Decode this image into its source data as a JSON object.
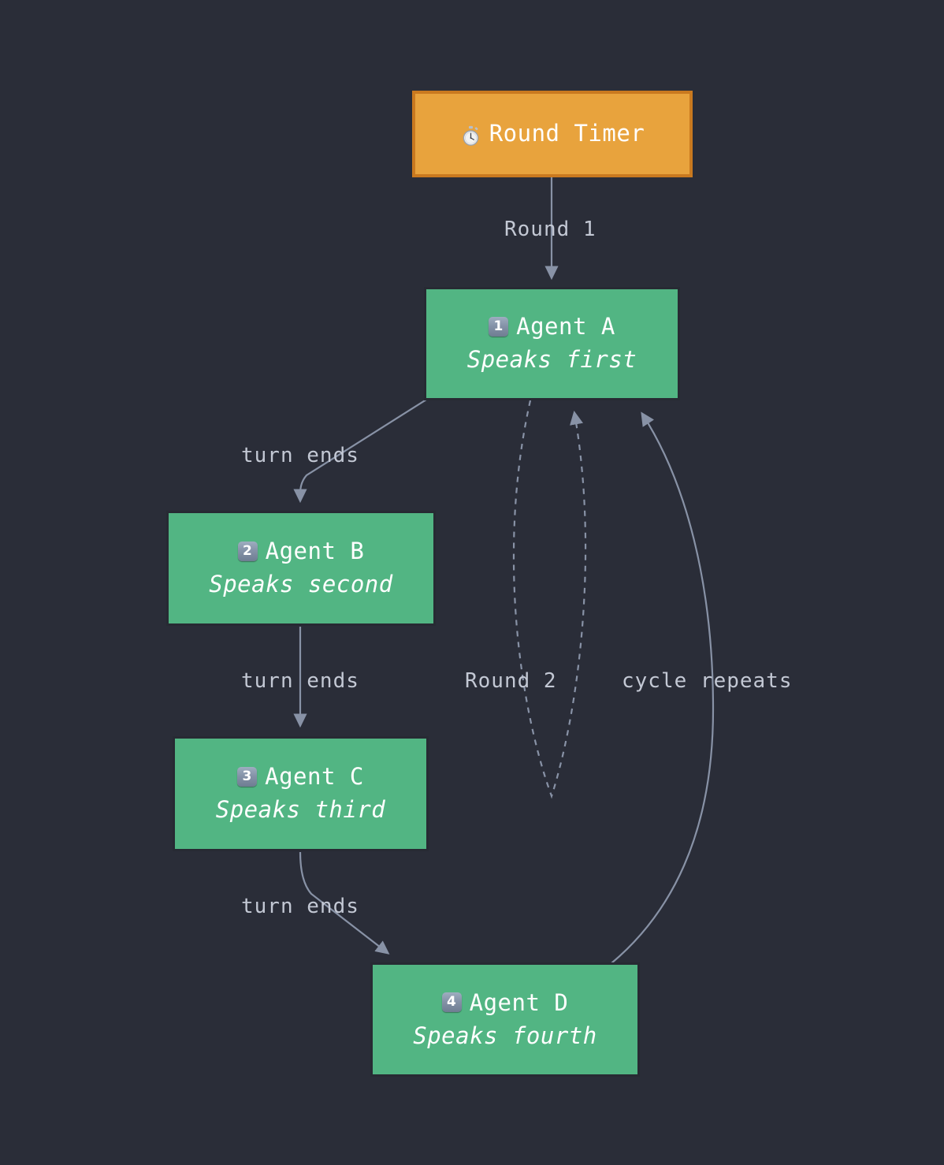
{
  "diagram": {
    "type": "flowchart",
    "background_color": "#2a2d38",
    "edge_color": "#8892a6",
    "nodes": [
      {
        "id": "timer",
        "label": "Round Timer",
        "icon": "stopwatch-icon",
        "fill": "#e8a33d",
        "stroke": "#c9791f",
        "subtitle": ""
      },
      {
        "id": "agent-a",
        "badge": "1",
        "label": "Agent A",
        "subtitle": "Speaks first",
        "fill": "#52b583",
        "stroke": "#272a33"
      },
      {
        "id": "agent-b",
        "badge": "2",
        "label": "Agent B",
        "subtitle": "Speaks second",
        "fill": "#52b583",
        "stroke": "#272a33"
      },
      {
        "id": "agent-c",
        "badge": "3",
        "label": "Agent C",
        "subtitle": "Speaks third",
        "fill": "#52b583",
        "stroke": "#272a33"
      },
      {
        "id": "agent-d",
        "badge": "4",
        "label": "Agent D",
        "subtitle": "Speaks fourth",
        "fill": "#52b583",
        "stroke": "#272a33"
      }
    ],
    "edges": [
      {
        "from": "timer",
        "to": "agent-a",
        "label": "Round 1",
        "style": "solid"
      },
      {
        "from": "agent-a",
        "to": "agent-b",
        "label": "turn ends",
        "style": "solid"
      },
      {
        "from": "agent-b",
        "to": "agent-c",
        "label": "turn ends",
        "style": "solid"
      },
      {
        "from": "agent-c",
        "to": "agent-d",
        "label": "turn ends",
        "style": "solid"
      },
      {
        "from": "agent-a",
        "to": "agent-a",
        "label": "Round 2",
        "style": "dashed"
      },
      {
        "from": "agent-d",
        "to": "agent-a",
        "label": "cycle repeats",
        "style": "solid"
      }
    ]
  }
}
